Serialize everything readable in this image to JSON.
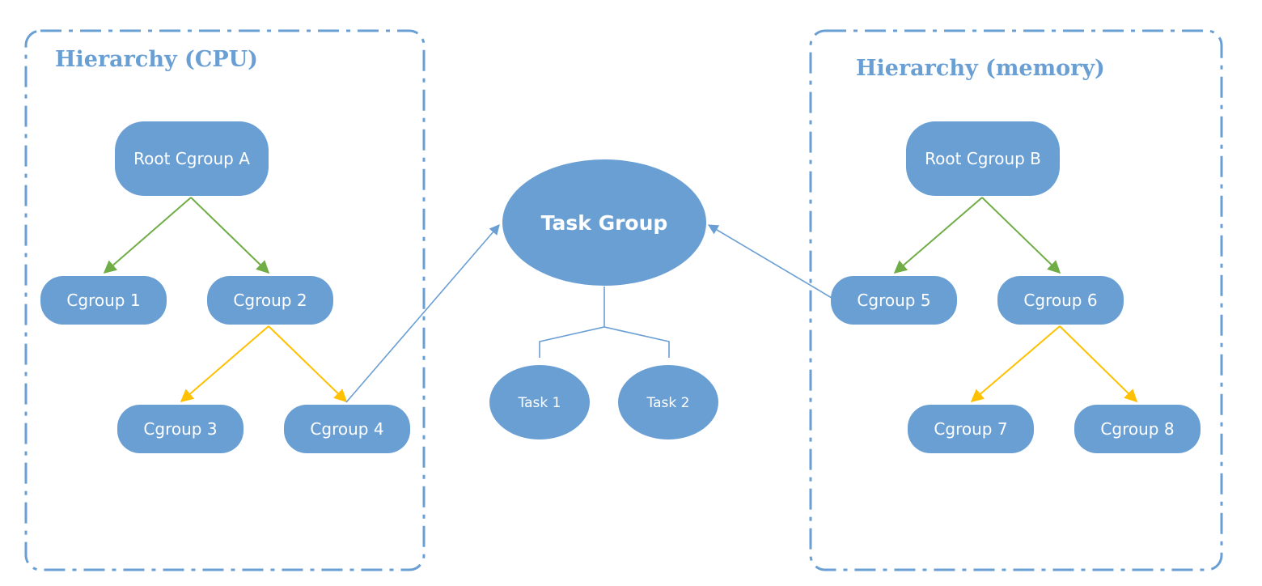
{
  "colors": {
    "node_fill": "#6a9fd4",
    "panel_border": "#6a9fd4",
    "panel_title": "#6a9fd4",
    "edge_green": "#70ad47",
    "edge_yellow": "#ffc000",
    "edge_blue": "#6a9fd4",
    "task_connector": "#6a9fd4"
  },
  "panels": {
    "cpu": {
      "title": "Hierarchy (CPU)"
    },
    "memory": {
      "title": "Hierarchy (memory)"
    }
  },
  "nodes": {
    "root_a": "Root Cgroup A",
    "cgroup1": "Cgroup 1",
    "cgroup2": "Cgroup 2",
    "cgroup3": "Cgroup 3",
    "cgroup4": "Cgroup 4",
    "root_b": "Root Cgroup B",
    "cgroup5": "Cgroup 5",
    "cgroup6": "Cgroup 6",
    "cgroup7": "Cgroup 7",
    "cgroup8": "Cgroup 8",
    "task_group": "Task Group",
    "task1": "Task 1",
    "task2": "Task 2"
  }
}
